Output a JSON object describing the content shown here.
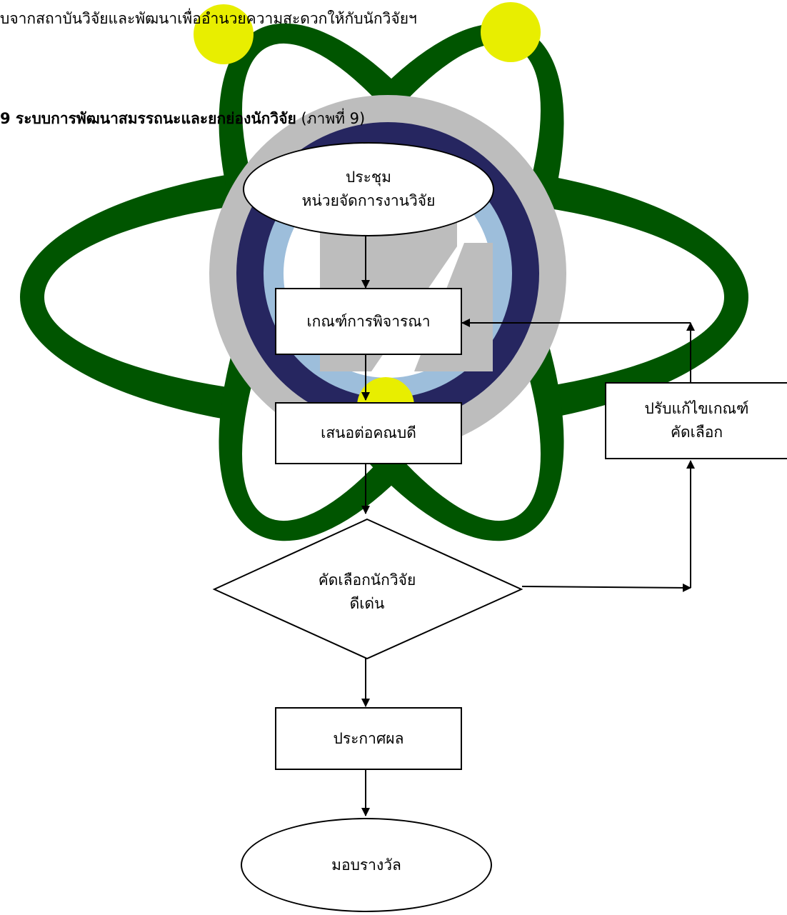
{
  "intro_text": "บจากสถาบันวิจัยและพัฒนาเพื่ออำนวยความสะดวกให้กับนักวิจัยฯ",
  "heading": {
    "bold": "9 ระบบการพัฒนาสมรรถนะและยกย่องนักวิจัย",
    "normal": " (ภาพที่ 9)"
  },
  "flowchart": {
    "meeting": [
      "ประชุม",
      "หน่วยจัดการงานวิจัย"
    ],
    "criteria": "เกณฑ์การพิจารณา",
    "propose": "เสนอต่อคณบดี",
    "select": [
      "คัดเลือกนักวิจัย",
      "ดีเด่น"
    ],
    "revise": [
      "ปรับแก้ไขเกณฑ์",
      "คัดเลือก"
    ],
    "announce": "ประกาศผล",
    "award": "มอบรางวัล"
  },
  "colors": {
    "orbit": "#005500",
    "nucleus_dot": "#e8ee00",
    "logo_grey": "#bdbdbd",
    "logo_navy": "#262660",
    "logo_lightblue": "#9dbedb"
  }
}
